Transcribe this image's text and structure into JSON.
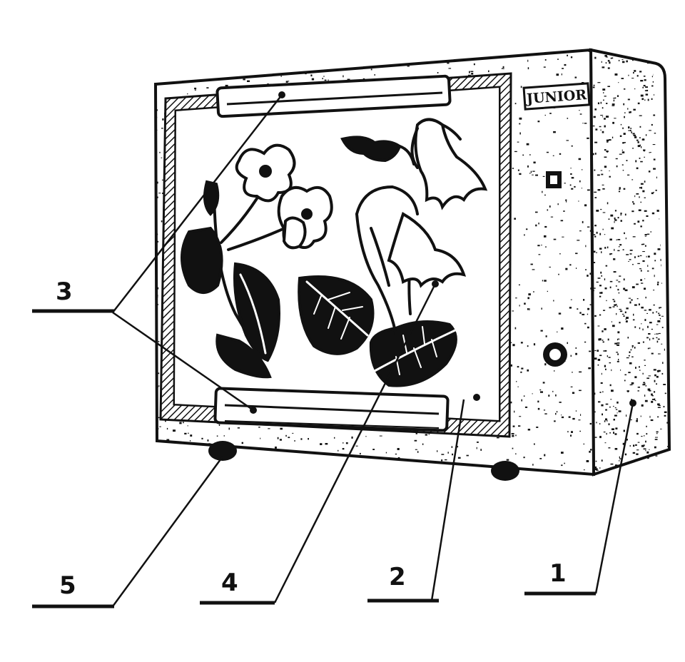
{
  "device": {
    "brand_label": "JUNIOR"
  },
  "callouts": [
    {
      "id": "1",
      "label": "1"
    },
    {
      "id": "2",
      "label": "2"
    },
    {
      "id": "3",
      "label": "3"
    },
    {
      "id": "4",
      "label": "4"
    },
    {
      "id": "5",
      "label": "5"
    }
  ],
  "colors": {
    "ink": "#111111",
    "paper": "#ffffff"
  }
}
